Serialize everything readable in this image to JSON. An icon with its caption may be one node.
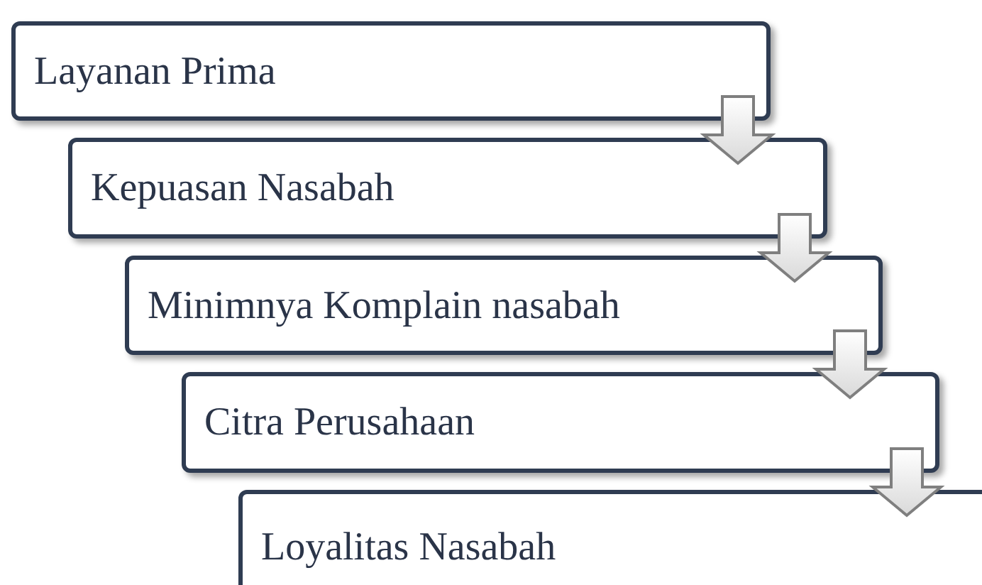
{
  "diagram": {
    "nodes": [
      {
        "text": [
          "Layanan Prima"
        ]
      },
      {
        "text": [
          "Kepuasan Nasabah"
        ]
      },
      {
        "text": [
          "Minimnya Komplain nasabah"
        ]
      },
      {
        "text": [
          "Citra Perusahaan"
        ]
      },
      {
        "text": [
          "Loyalitas Nasabah"
        ]
      }
    ],
    "edges": [
      {
        "from": 0,
        "to": 1,
        "arrow": "to"
      },
      {
        "from": 1,
        "to": 2,
        "arrow": "to"
      },
      {
        "from": 2,
        "to": 3,
        "arrow": "to"
      },
      {
        "from": 3,
        "to": 4,
        "arrow": "to"
      }
    ]
  }
}
